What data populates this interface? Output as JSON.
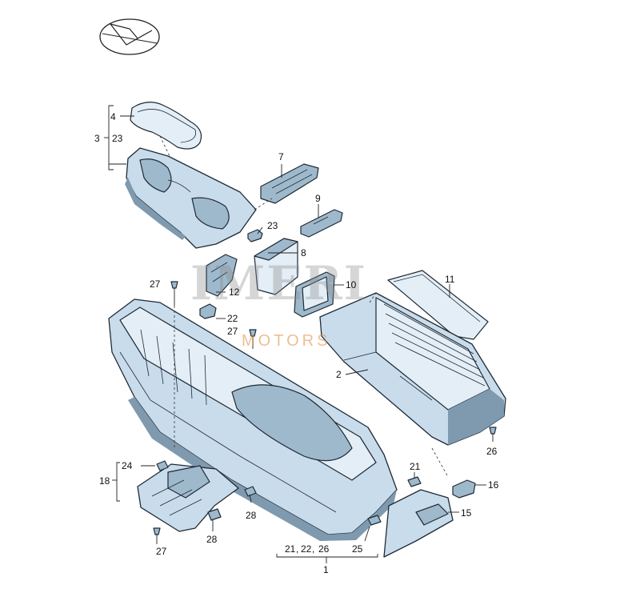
{
  "watermark": {
    "name": "IMERI",
    "sub": "MOTORS"
  },
  "callouts": {
    "c1": "1",
    "c2": "2",
    "c3": "3",
    "c4": "4",
    "c7": "7",
    "c8": "8",
    "c9": "9",
    "c10": "10",
    "c11": "11",
    "c12": "12",
    "c15": "15",
    "c16": "16",
    "c18": "18",
    "c21a": "21",
    "c21b": "21",
    "c22": "22",
    "c22b": "22",
    "c23a": "23",
    "c23b": "23",
    "c24": "24",
    "c25": "25",
    "c26a": "26",
    "c26b": "26",
    "c27a": "27",
    "c27b": "27",
    "c27c": "27",
    "c28a": "28",
    "c28b": "28",
    "comma1": ",",
    "comma2": ","
  }
}
